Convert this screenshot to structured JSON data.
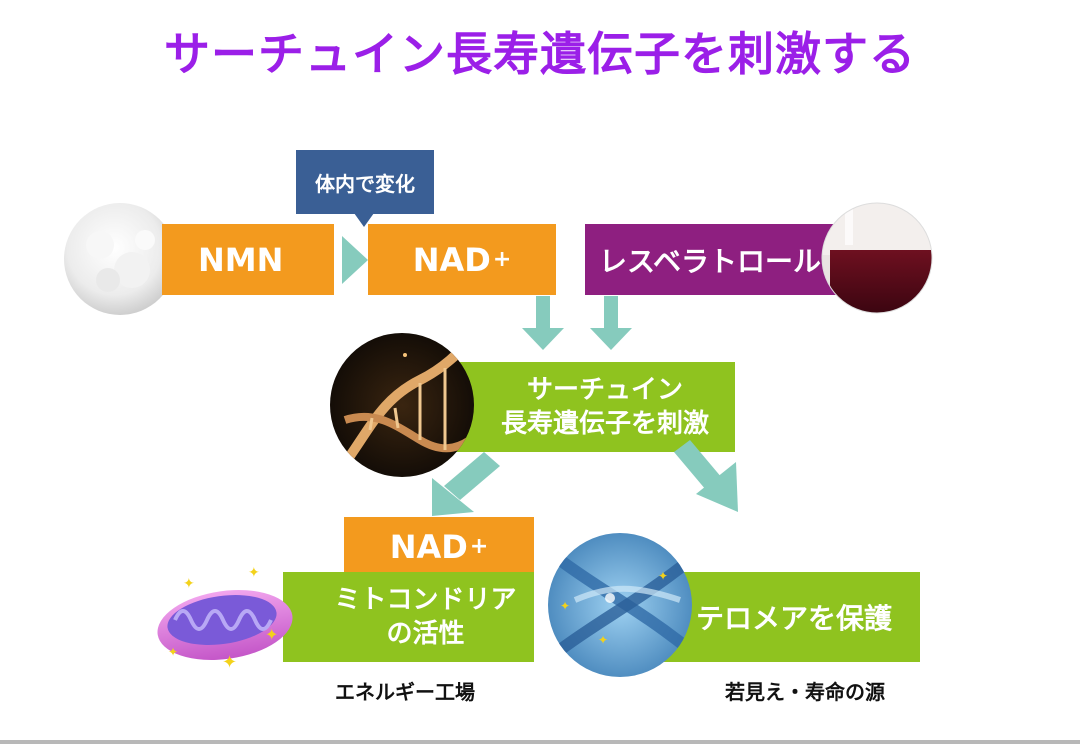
{
  "title": "サーチュイン長寿遺伝子を刺激する",
  "title_color": "#9b1fe8",
  "colors": {
    "orange": "#f39a1e",
    "green": "#8fc31f",
    "purple": "#8e1f80",
    "navy": "#3a5f95",
    "arrow": "#86cbbd"
  },
  "callout": "体内で変化",
  "nodes": {
    "nmn": "NMN",
    "nad_top": {
      "text": "NAD",
      "sup": "+"
    },
    "resveratrol": "レスベラトロール",
    "sirtuin": {
      "line1": "サーチュイン",
      "line2": "長寿遺伝子を刺激"
    },
    "nad_bottom": {
      "text": "NAD",
      "sup": "+"
    },
    "mitochondria": {
      "line1": "ミトコンドリア",
      "line2": "の活性"
    },
    "telomere": "テロメアを保護"
  },
  "captions": {
    "mitochondria": "エネルギー工場",
    "telomere": "若見え・寿命の源"
  },
  "images": {
    "powder": "white-powder-photo",
    "wine": "red-wine-glass-photo",
    "dna": "dna-helix-photo",
    "mitochondria": "mitochondria-illustration",
    "chromosome": "chromosome-telomere-illustration"
  }
}
